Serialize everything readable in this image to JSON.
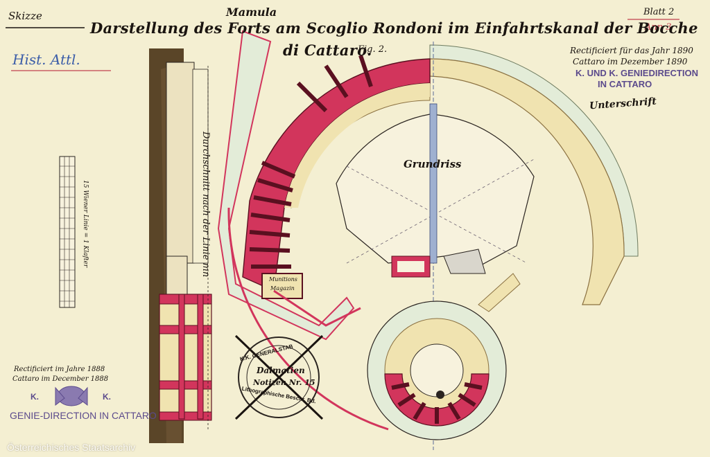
{
  "sheet": {
    "skizze": "Skizze",
    "blatt": "Blatt 2",
    "blatt_red": "Ann 3",
    "inserted_word": "Mamula",
    "title_line1": "Darstellung des Forts am Scoglio Rondoni im Einfahrtskanal der Bocche",
    "title_line2": "di Cattaro.",
    "fig_label": "Fig. 2.",
    "archive_note": "Hist. Attl.",
    "section_label": "Durchschnitt nach der Linie mn",
    "scale_label": "15 Wiener Linie = 1 Klafter",
    "plan_label": "Grundriss",
    "munitions_label_1": "Munitions",
    "munitions_label_2": "Magazin",
    "rectif_top_1": "Rectificiert für das Jahr 1890",
    "rectif_top_2": "Cattaro im Dezember 1890",
    "stamp_top_1": "K. UND K. GENIEDIRECTION",
    "stamp_top_2": "IN CATTARO",
    "signature": "Unterschrift",
    "rectif_bottom_1": "Rectificiert im Jahre 1888",
    "rectif_bottom_2": "Cattaro im December 1888",
    "stamp_bottom_k": "K.",
    "stamp_bottom_text": "GENIE-DIRECTION IN CATTARO",
    "round_stamp_1": "K.K. GENERALSTAB",
    "round_stamp_2": "Dalmatien",
    "round_stamp_3": "Notizen Nr. 15",
    "round_stamp_4": "Lithographische Beschr. Bd.",
    "watermark": "Österreichisches Staatsarchiv"
  },
  "colors": {
    "paper": "#f4efd2",
    "masonry": "#d2355c",
    "rampart": "#f0e3b0",
    "glacis": "#e3ecd8",
    "rock": "#5a4528",
    "stamp": "#5b4a8c"
  }
}
